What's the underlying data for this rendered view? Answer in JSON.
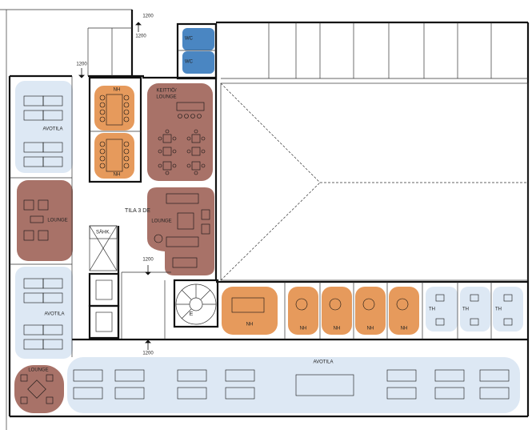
{
  "labels": {
    "wc_top": "WC",
    "wc_bottom": "WC",
    "kitchen": "KEITTIÖ/",
    "kitchen2": "LOUNGE",
    "nh_left_top": "NH",
    "nh_left_bottom": "NH",
    "avotila_top": "AVOTILA",
    "avotila_mid": "AVOTILA",
    "avotila_bottom": "AVOTILA",
    "lounge_left": "LOUNGE",
    "lounge_center": "LOUNGE",
    "lounge_corner": "LOUNGE",
    "tila": "TILA 3 DE",
    "elevator": "E",
    "nh_row": [
      "NH",
      "NH",
      "NH",
      "NH",
      "NH"
    ],
    "th_row": [
      "TH",
      "TH",
      "TH"
    ],
    "dim_top": "1200",
    "dim_top2": "1200",
    "dim_left": "1200",
    "dim_center": "1200",
    "dim_bottom": "1200",
    "small_room": "SÄHK."
  },
  "colors": {
    "blue_zone": "#dde8f4",
    "brown_zone": "#a87268",
    "orange_zone": "#e69a5c",
    "wc_blue": "#4a86c2"
  }
}
